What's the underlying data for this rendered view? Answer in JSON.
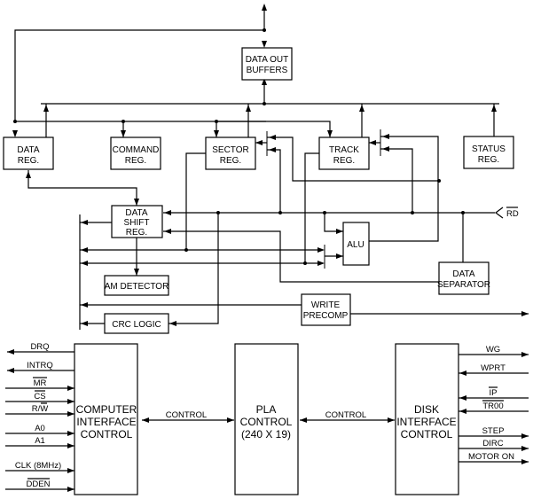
{
  "diagram": {
    "blocks": {
      "data_out_buffers": [
        "DATA OUT",
        "BUFFERS"
      ],
      "data_reg": [
        "DATA",
        "REG."
      ],
      "command_reg": [
        "COMMAND",
        "REG."
      ],
      "sector_reg": [
        "SECTOR",
        "REG."
      ],
      "track_reg": [
        "TRACK",
        "REG."
      ],
      "status_reg": [
        "STATUS",
        "REG."
      ],
      "data_shift_reg": [
        "DATA",
        "SHIFT",
        "REG."
      ],
      "am_detector": [
        "AM DETECTOR"
      ],
      "crc_logic": [
        "CRC LOGIC"
      ],
      "alu": [
        "ALU"
      ],
      "data_separator": [
        "DATA",
        "SEPARATOR"
      ],
      "write_precomp": [
        "WRITE",
        "PRECOMP"
      ],
      "computer_interface_control": [
        "COMPUTER",
        "INTERFACE",
        "CONTROL"
      ],
      "pla_control": [
        "PLA",
        "CONTROL",
        "(240 X 19)"
      ],
      "disk_interface_control": [
        "DISK",
        "INTERFACE",
        "CONTROL"
      ]
    },
    "links": {
      "control_left": "CONTROL",
      "control_right": "CONTROL"
    },
    "inputs": {
      "rd": "RD"
    },
    "computer_signals": [
      {
        "label": "DRQ",
        "direction": "out",
        "overbar": false
      },
      {
        "label": "INTRQ",
        "direction": "out",
        "overbar": false
      },
      {
        "label": "MR",
        "direction": "in",
        "overbar": true
      },
      {
        "label": "CS",
        "direction": "in",
        "overbar": true
      },
      {
        "label": "R/W",
        "direction": "in",
        "overbar": "partial"
      },
      {
        "label": "A0",
        "direction": "in",
        "overbar": false
      },
      {
        "label": "A1",
        "direction": "in",
        "overbar": false
      },
      {
        "label": "CLK (8MHz)",
        "direction": "in",
        "overbar": false
      },
      {
        "label": "DDEN",
        "direction": "in",
        "overbar": true
      }
    ],
    "disk_signals": [
      {
        "label": "WG",
        "direction": "out",
        "overbar": false
      },
      {
        "label": "WPRT",
        "direction": "in",
        "overbar": false
      },
      {
        "label": "IP",
        "direction": "in",
        "overbar": true
      },
      {
        "label": "TR00",
        "direction": "in",
        "overbar": true
      },
      {
        "label": "STEP",
        "direction": "out",
        "overbar": false
      },
      {
        "label": "DIRC",
        "direction": "out",
        "overbar": false
      },
      {
        "label": "MOTOR ON",
        "direction": "out",
        "overbar": false
      }
    ]
  }
}
